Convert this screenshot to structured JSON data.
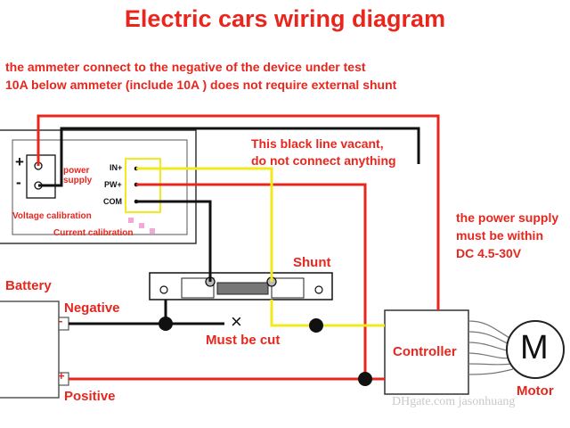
{
  "title": "Electric cars wiring diagram",
  "note_top": [
    "the ammeter connect to the negative of the device under test",
    "10A below ammeter (include 10A ) does not require external shunt"
  ],
  "note_vacant": [
    "This black line vacant,",
    "do not connect anything"
  ],
  "note_power": [
    "the power supply",
    "must be within",
    "DC 4.5-30V"
  ],
  "meter": {
    "plus": "+",
    "minus": "-",
    "power_supply": [
      "power",
      "supply"
    ],
    "pins": [
      "IN+",
      "PW+",
      "COM"
    ],
    "voltage_calibration": "Voltage calibration",
    "current_calibration": "Current calibration"
  },
  "labels": {
    "shunt": "Shunt",
    "battery": "Battery",
    "negative": "Negative",
    "positive": "Positive",
    "must_be_cut": "Must be cut",
    "cut_mark": "×",
    "controller": "Controller",
    "motor_symbol": "M",
    "motor": "Motor",
    "battery_minus": "-",
    "battery_plus": "+"
  },
  "watermark": "DHgate.com  jasonhuang",
  "colors": {
    "red_wire": "#e8261e",
    "black_wire": "#111111",
    "yellow_wire": "#f2ea1c"
  }
}
